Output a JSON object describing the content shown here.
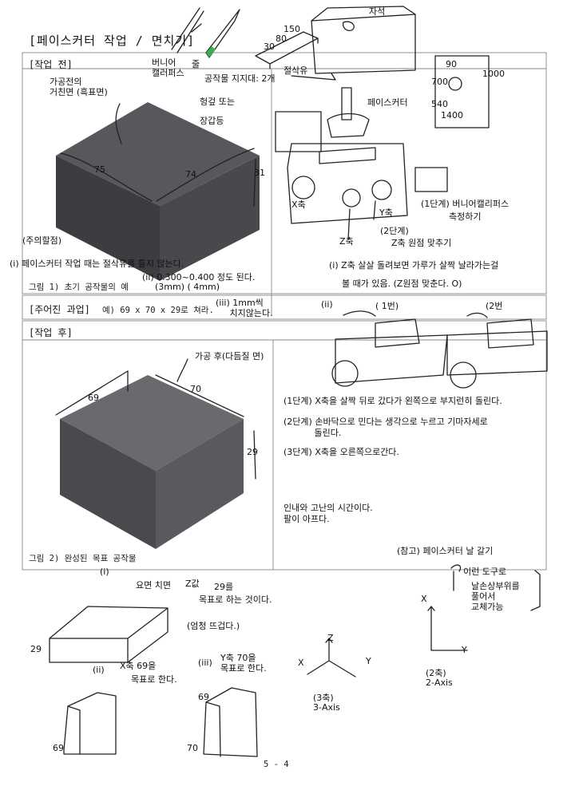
{
  "header": {
    "title": "[페이스커터 작업 / 면치기]"
  },
  "before": {
    "section_label": "[작업 전]",
    "caption": "그림 1) 초기 공작물의 예",
    "rough_face": "가공전의\n거친면 (흑표면)",
    "dim_75": "75",
    "dim_74": "74",
    "dim_31": "31",
    "gloves": "헝겊 또는\n\n장갑등",
    "caution": "(주의할점)",
    "note_i": "(i) 페이스커터 작업 때는 절삭유를 틀지 않는다.",
    "note_ii": "(ii) 0.300~0.400 정도 된다.",
    "note_ii_mm": "(3mm)   ( 4mm)",
    "note_iii": "(iii) 1mm씩\n     치지않는다."
  },
  "tools": {
    "vernier": "버니어\n캘러퍼스",
    "file": "줄",
    "support": "공작물 지지대: 2개",
    "block_dims": [
      "150",
      "80",
      "30"
    ],
    "coolant": "절삭유",
    "magnet": "자석",
    "face_cutter": "페이스커터",
    "speeds": [
      "90",
      "1000",
      "700",
      "540",
      "1400"
    ]
  },
  "machine": {
    "x_axis": "X축",
    "y_axis": "Y축",
    "z_axis": "Z축",
    "step1": "(1단계) 버니어캘리퍼스\n          측정하기",
    "step2": "(2단계)",
    "z_origin": "Z축 원점 맞추기",
    "note_i": "(i) Z축 살살 돌려보면 가루가 살짝 날라가는걸",
    "note_i2": "볼 때가 있음. (Z원점 맞춘다. O)",
    "tag_ii": "(ii)",
    "pass1": "( 1번)",
    "pass2": "(2번"
  },
  "task": {
    "label": "[주어진 과업]",
    "text": "예) 69 x 70 x 29로 쳐라."
  },
  "after": {
    "section_label": "[작업 후]",
    "caption": "그림 2) 완성된 목표 공작물",
    "finished_face": "가공 후(다듬질 면)",
    "dim_69": "69",
    "dim_70": "70",
    "dim_29": "29",
    "steps": [
      "(1단계) X축을 살짝 뒤로 갔다가 왼쪽으로 부지런히 돌린다.",
      "(2단계) 손바닥으로 민다는 생각으로 누르고 기마자세로\n           돌린다.",
      "(3단계) X축을 오른쪽으로간다."
    ],
    "comment": "인내와 고난의 시간이다.\n팔이 아프다.",
    "reference": "(참고) 페이스커터 날 갈기",
    "tool_note": "이런 도구로",
    "bracket_note": "날손상부위를\n풀어서\n교체가능"
  },
  "bottom": {
    "tag_i": "(i)",
    "face": "요면 치면",
    "z_value": "Z값",
    "target29": "29를",
    "target_text": "목표로 하는 것이다.",
    "hot": "(엄청 뜨겁다.)",
    "dim_29": "29",
    "tag_ii": "(ii)",
    "x_target": "X축 69을\n    목표로 한다.",
    "tag_iii": "(iii)",
    "y_target": "Y축 70을\n목표로 한다.",
    "dim_69a": "69",
    "dim_69b": "69",
    "dim_70": "70",
    "axis3_z": "Z",
    "axis3_x": "X",
    "axis3_y": "Y",
    "axis3_label": "(3축)\n3-Axis",
    "axis2_x": "X",
    "axis2_y": "Y",
    "axis2_label": "(2축)\n2-Axis",
    "page": "5 - 4"
  }
}
